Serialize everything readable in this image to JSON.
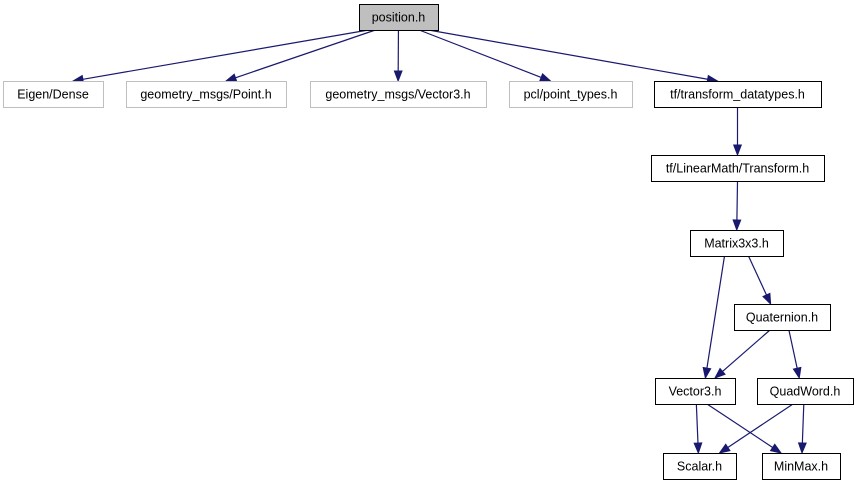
{
  "diagram": {
    "type": "include-dependency-graph",
    "edge_color": "#191970",
    "root_fill": "#bfbfbf",
    "external_border": "#bfbfbf",
    "nodes": [
      {
        "id": "position",
        "label": "position.h",
        "kind": "root"
      },
      {
        "id": "eigen",
        "label": "Eigen/Dense",
        "kind": "external"
      },
      {
        "id": "point",
        "label": "geometry_msgs/Point.h",
        "kind": "external"
      },
      {
        "id": "vector3msg",
        "label": "geometry_msgs/Vector3.h",
        "kind": "external"
      },
      {
        "id": "pcl",
        "label": "pcl/point_types.h",
        "kind": "external"
      },
      {
        "id": "tfdt",
        "label": "tf/transform_datatypes.h",
        "kind": "normal"
      },
      {
        "id": "transform",
        "label": "tf/LinearMath/Transform.h",
        "kind": "normal"
      },
      {
        "id": "matrix",
        "label": "Matrix3x3.h",
        "kind": "normal"
      },
      {
        "id": "quaternion",
        "label": "Quaternion.h",
        "kind": "normal"
      },
      {
        "id": "vector3",
        "label": "Vector3.h",
        "kind": "normal"
      },
      {
        "id": "quadword",
        "label": "QuadWord.h",
        "kind": "normal"
      },
      {
        "id": "scalar",
        "label": "Scalar.h",
        "kind": "normal"
      },
      {
        "id": "minmax",
        "label": "MinMax.h",
        "kind": "normal"
      }
    ],
    "edges": [
      {
        "from": "position",
        "to": "eigen"
      },
      {
        "from": "position",
        "to": "point"
      },
      {
        "from": "position",
        "to": "vector3msg"
      },
      {
        "from": "position",
        "to": "pcl"
      },
      {
        "from": "position",
        "to": "tfdt"
      },
      {
        "from": "tfdt",
        "to": "transform"
      },
      {
        "from": "transform",
        "to": "matrix"
      },
      {
        "from": "matrix",
        "to": "quaternion"
      },
      {
        "from": "matrix",
        "to": "vector3"
      },
      {
        "from": "quaternion",
        "to": "vector3"
      },
      {
        "from": "quaternion",
        "to": "quadword"
      },
      {
        "from": "vector3",
        "to": "scalar"
      },
      {
        "from": "vector3",
        "to": "minmax"
      },
      {
        "from": "quadword",
        "to": "scalar"
      },
      {
        "from": "quadword",
        "to": "minmax"
      }
    ]
  }
}
